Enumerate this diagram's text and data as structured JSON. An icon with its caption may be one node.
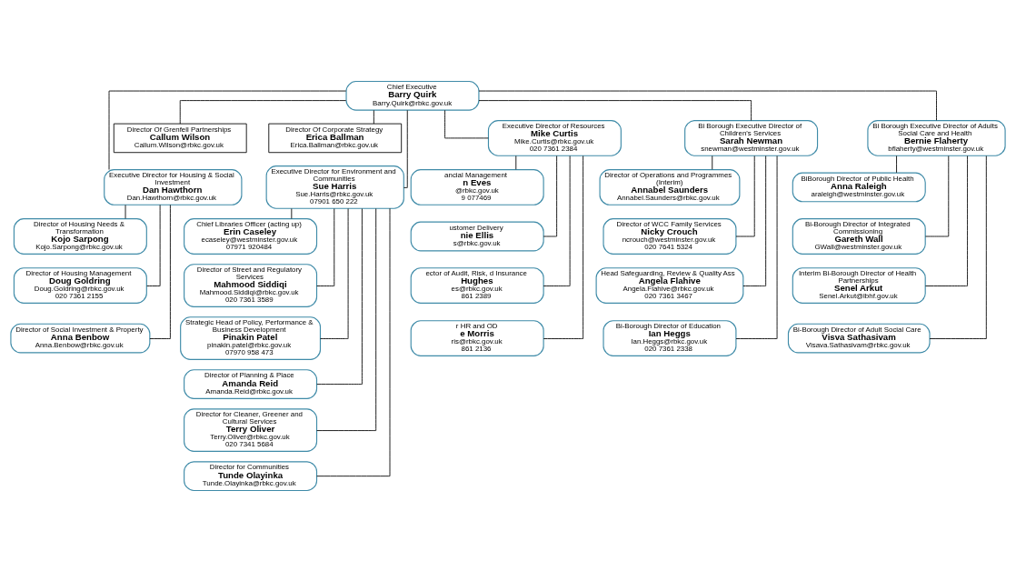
{
  "diagram": {
    "nodes": [
      {
        "text": [
          "Chief Executive",
          "Barry Quirk",
          "Barry.Quirk@rbkc.gov.uk"
        ]
      },
      {
        "text": [
          "Director Of Grenfell Partnerships",
          "Callum Wilson",
          "Callum.Wilson@rbkc.gov.uk"
        ]
      },
      {
        "text": [
          "Director Of Corporate Strategy",
          "Erica Ballman",
          "Erica.Ballman@rbkc.gov.uk"
        ]
      },
      {
        "text": [
          "Executive Director of Resources",
          "Mike Curtis",
          "Mike.Curtis@rbkc.gov.uk",
          "020 7361 2384"
        ]
      },
      {
        "text": [
          "Executive Director for Housing & Social Investment",
          "Dan Hawthorn",
          "Dan.Hawthorn@rbkc.gov.uk"
        ]
      },
      {
        "text": [
          "Executive Director for Environment and Communities",
          "Sue Harris",
          "Sue.Harris@rbkc.gov.uk",
          "07901 650 222"
        ]
      },
      {
        "text": [
          "Bi Borough Executive Director of Children's Services",
          "Sarah Newman",
          "snewman@westminster.gov.uk"
        ]
      },
      {
        "text": [
          "Bi Borough Executive Director of Adults Social Care and Health",
          "Bernie Flaherty",
          "bflaherty@westminster.gov.uk"
        ]
      },
      {
        "text": [
          "ancial Management",
          "n Eves",
          "@rbkc.gov.uk",
          "9 077469"
        ]
      },
      {
        "text": [
          "ustomer Delivery",
          "nie Ellis",
          "s@rbkc.gov.uk"
        ]
      },
      {
        "text": [
          "ector of Audit, Risk, d Insurance",
          "Hughes",
          "es@rbkc.gov.uk",
          "861 2389"
        ]
      },
      {
        "text": [
          "r HR and OD",
          "e Morris",
          "ris@rbkc.gov.uk",
          "861 2136"
        ]
      },
      {
        "text": [
          "Director of Housing Needs & Transformation",
          "Kojo Sarpong",
          "Kojo.Sarpong@rbkc.gov.uk"
        ]
      },
      {
        "text": [
          "Director of Housing Management",
          "Doug Goldring",
          "Doug.Goldring@rbkc.gov.uk",
          "020 7361 2155"
        ]
      },
      {
        "text": [
          "Director of Social Investment & Property",
          "Anna Benbow",
          "Anna.Benbow@rbkc.gov.uk"
        ]
      },
      {
        "text": [
          "Chief Libraries Officer (acting up)",
          "Erin Caseley",
          "ecaseley@westminster.gov.uk",
          "07971 920484"
        ]
      },
      {
        "text": [
          "Director of Street and Regulatory Services",
          "Mahmood Siddiqi",
          "Mahmood.Siddiqi@rbkc.gov.uk",
          "020 7361 3589"
        ]
      },
      {
        "text": [
          "Strategic Head of Policy, Performance & Business Development",
          "Pinakin Patel",
          "pinakin.patel@rbkc.gov.uk",
          "07970 958 473"
        ]
      },
      {
        "text": [
          "Director of Planning & Place",
          "Amanda Reid",
          "Amanda.Reid@rbkc.gov.uk"
        ]
      },
      {
        "text": [
          "Director for Cleaner, Greener and Cultural Services",
          "Terry Oliver",
          "Terry.Oliver@rbkc.gov.uk",
          "020 7341 5684"
        ]
      },
      {
        "text": [
          "Director for Communities",
          "Tunde Olayinka",
          "Tunde.Olayinka@rbkc.gov.uk"
        ]
      },
      {
        "text": [
          "Director of Operations and Programmes (Interim)",
          "Annabel Saunders",
          "Annabel.Saunders@rbkc.gov.uk"
        ]
      },
      {
        "text": [
          "Director of WCC Family Services",
          "Nicky Crouch",
          "ncrouch@westminster.gov.uk",
          "020 7641 5324"
        ]
      },
      {
        "text": [
          "Head Safeguarding, Review & Quality Ass",
          "Angela Flahive",
          "Angela.Flahive@rbkc.gov.uk",
          "020 7361 3467"
        ]
      },
      {
        "text": [
          "Bi-Borough Director of Education",
          "Ian Heggs",
          "Ian.Heggs@rbkc.gov.uk",
          "020 7361 2338"
        ]
      },
      {
        "text": [
          "BiBorough Director of Public Health",
          "Anna Raleigh",
          "araleigh@westminster.gov.uk"
        ]
      },
      {
        "text": [
          "Bi-Borough Director of Integrated Commissioning",
          "Gareth Wall",
          "GWall@westminster.gov.uk"
        ]
      },
      {
        "text": [
          "Interim Bi-Borough Director of Health Partnerships",
          "Senel Arkut",
          "Senel.Arkut@lbhf.gov.uk"
        ]
      },
      {
        "text": [
          "Bi-Borough Director of Adult Social Care",
          "Visva Sathasivam",
          "Visava.Sathasivam@rbkc.gov.uk"
        ]
      }
    ],
    "edges": [
      {
        "from": 0,
        "to": 1,
        "arrow": "none"
      },
      {
        "from": 0,
        "to": 2,
        "arrow": "none"
      },
      {
        "from": 0,
        "to": 3,
        "arrow": "none"
      },
      {
        "from": 0,
        "to": 4,
        "arrow": "none"
      },
      {
        "from": 0,
        "to": 5,
        "arrow": "none"
      },
      {
        "from": 0,
        "to": 6,
        "arrow": "none"
      },
      {
        "from": 0,
        "to": 7,
        "arrow": "none"
      },
      {
        "from": 3,
        "to": 8,
        "arrow": "none"
      },
      {
        "from": 3,
        "to": 9,
        "arrow": "none"
      },
      {
        "from": 3,
        "to": 10,
        "arrow": "none"
      },
      {
        "from": 3,
        "to": 11,
        "arrow": "none"
      },
      {
        "from": 4,
        "to": 12,
        "arrow": "none"
      },
      {
        "from": 4,
        "to": 13,
        "arrow": "none"
      },
      {
        "from": 4,
        "to": 14,
        "arrow": "none"
      },
      {
        "from": 5,
        "to": 15,
        "arrow": "none"
      },
      {
        "from": 5,
        "to": 16,
        "arrow": "none"
      },
      {
        "from": 5,
        "to": 17,
        "arrow": "none"
      },
      {
        "from": 5,
        "to": 18,
        "arrow": "none"
      },
      {
        "from": 5,
        "to": 19,
        "arrow": "none"
      },
      {
        "from": 5,
        "to": 20,
        "arrow": "none"
      },
      {
        "from": 6,
        "to": 21,
        "arrow": "none"
      },
      {
        "from": 6,
        "to": 22,
        "arrow": "none"
      },
      {
        "from": 6,
        "to": 23,
        "arrow": "none"
      },
      {
        "from": 6,
        "to": 24,
        "arrow": "none"
      },
      {
        "from": 7,
        "to": 25,
        "arrow": "none"
      },
      {
        "from": 7,
        "to": 26,
        "arrow": "none"
      },
      {
        "from": 7,
        "to": 27,
        "arrow": "none"
      },
      {
        "from": 7,
        "to": 28,
        "arrow": "none"
      }
    ]
  }
}
